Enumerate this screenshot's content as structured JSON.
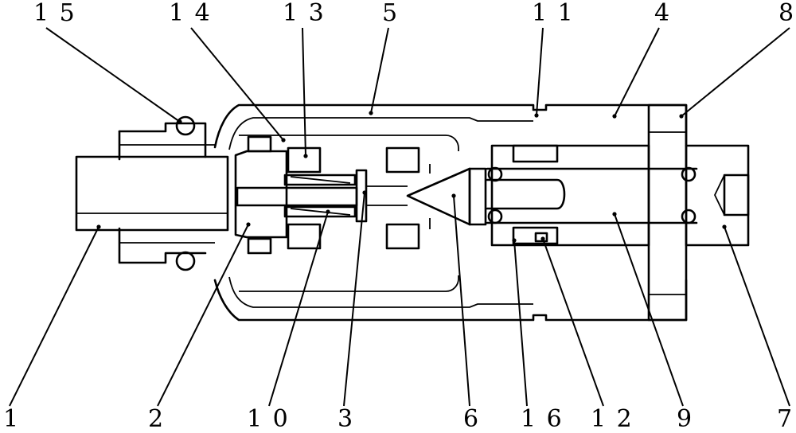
{
  "callouts": [
    {
      "id": "1",
      "label": "1"
    },
    {
      "id": "2",
      "label": "2"
    },
    {
      "id": "3",
      "label": "3"
    },
    {
      "id": "4",
      "label": "4"
    },
    {
      "id": "5",
      "label": "5"
    },
    {
      "id": "6",
      "label": "6"
    },
    {
      "id": "7",
      "label": "7"
    },
    {
      "id": "8",
      "label": "8"
    },
    {
      "id": "9",
      "label": "9"
    },
    {
      "id": "10",
      "label": "1 0"
    },
    {
      "id": "11",
      "label": "1 1"
    },
    {
      "id": "12",
      "label": "1 2"
    },
    {
      "id": "13",
      "label": "1 3"
    },
    {
      "id": "14",
      "label": "1 4"
    },
    {
      "id": "15",
      "label": "1 5"
    },
    {
      "id": "16",
      "label": "1 6"
    }
  ]
}
